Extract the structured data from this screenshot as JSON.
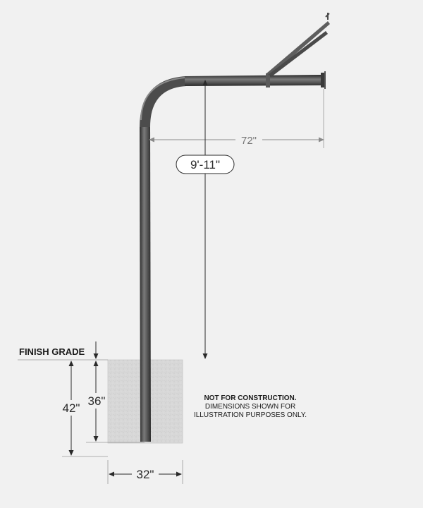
{
  "diagram": {
    "dimensions": {
      "overhang": "72\"",
      "height": "9'-11\"",
      "embedment": "36\"",
      "footing_depth": "42\"",
      "footing_width": "32\""
    },
    "labels": {
      "finish_grade": "FINISH GRADE"
    },
    "note": {
      "title": "NOT FOR CONSTRUCTION.",
      "line1": "DIMENSIONS SHOWN FOR",
      "line2": "ILLUSTRATION PURPOSES ONLY."
    },
    "colors": {
      "background": "#f1f1f1",
      "pipe": "#4a4a4a",
      "concrete": "#d6d6d6",
      "dimension": "#2a2a2a"
    }
  }
}
